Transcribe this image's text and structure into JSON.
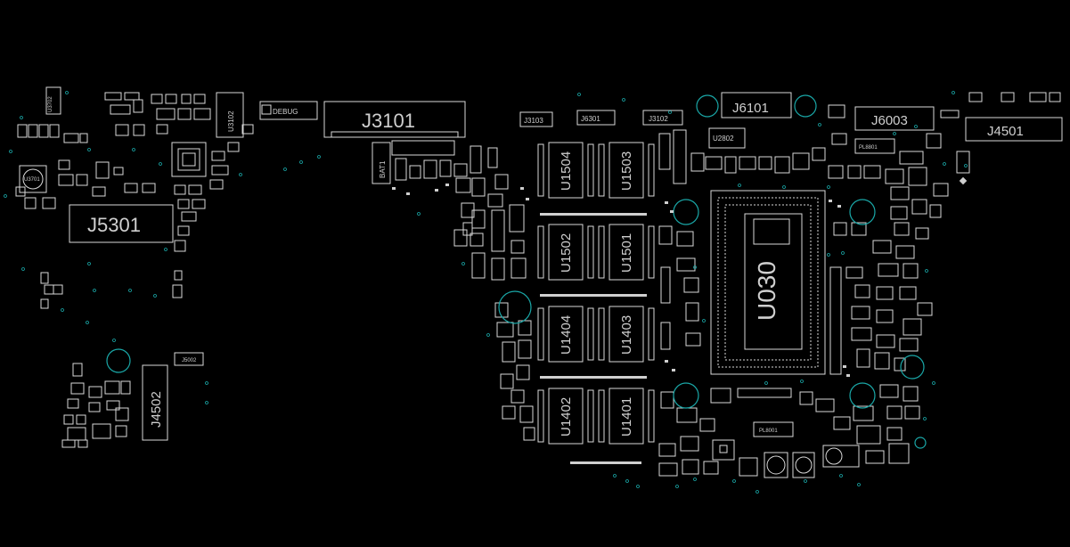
{
  "viewer": {
    "background": "#000000",
    "silkscreen_color": "#d9d9d9",
    "via_color": "#1aa8a8"
  },
  "labels": {
    "j3101": "J3101",
    "j5301": "J5301",
    "j6101": "J6101",
    "j6003": "J6003",
    "j4501": "J4501",
    "j4502": "J4502",
    "u0300": "U030",
    "u3102": "U3102",
    "debug": "DEBUG",
    "bat1": "BAT1",
    "u3701": "U3701",
    "u3702": "U3702",
    "j5002": "J5002",
    "j6301": "J6301",
    "j3102": "J3102",
    "j3103": "J3103",
    "u2802": "U2802",
    "pl8801": "PL8801",
    "pl8001": "PL8001",
    "u1504": "U1504",
    "u1503": "U1503",
    "u1502": "U1502",
    "u1501": "U1501",
    "u1404": "U1404",
    "u1403": "U1403",
    "u1402": "U1402",
    "u1401": "U1401"
  }
}
